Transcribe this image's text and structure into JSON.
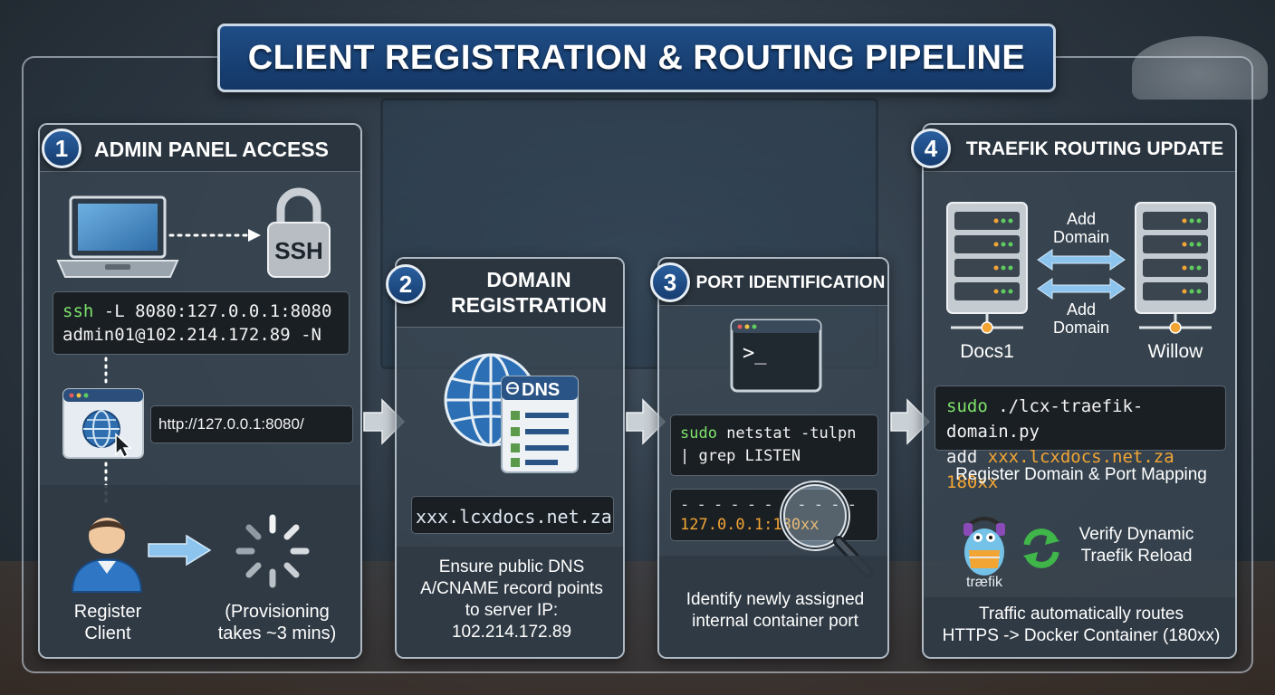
{
  "title": "CLIENT REGISTRATION & ROUTING PIPELINE",
  "step1": {
    "number": "1",
    "title": "ADMIN PANEL ACCESS",
    "lock_label": "SSH",
    "ssh_cmd": "ssh",
    "ssh_line1_rest": " -L 8080:127.0.0.1:8080",
    "ssh_line2": "admin01@102.214.172.89 -N",
    "url": "http://127.0.0.1:8080/",
    "register_label_1": "Register",
    "register_label_2": "Client",
    "provision_1": "(Provisioning",
    "provision_2": "takes ~3 mins)"
  },
  "step2": {
    "number": "2",
    "title_1": "DOMAIN",
    "title_2": "REGISTRATION",
    "dns_label": "DNS",
    "domain": "xxx.lcxdocs.net.za",
    "note_1": "Ensure public DNS",
    "note_2": "A/CNAME record points",
    "note_3": "to server IP:",
    "note_4": "102.214.172.89"
  },
  "step3": {
    "number": "3",
    "title": "PORT IDENTIFICATION",
    "terminal_prompt": ">_",
    "cmd_sudo": "sudo",
    "cmd_rest": " netstat -tulpn",
    "cmd_line2": "| grep LISTEN",
    "dashes": "- - - - - - - - - - -",
    "port_result": "127.0.0.1:180xx",
    "note_1": "Identify newly assigned",
    "note_2": "internal container port"
  },
  "step4": {
    "number": "4",
    "title": "TRAEFIK ROUTING UPDATE",
    "server_left": "Docs1",
    "server_right": "Willow",
    "add_domain_top_1": "Add",
    "add_domain_top_2": "Domain",
    "add_domain_bottom_1": "Add",
    "add_domain_bottom_2": "Domain",
    "cmd_sudo": "sudo",
    "cmd_rest": " ./lcx-traefik-domain.py",
    "cmd_add": "add ",
    "cmd_args": "xxx.lcxdocs.net.za 180xx",
    "register_note": "Register Domain & Port Mapping",
    "traefik_logo_text": "træfik",
    "verify_1": "Verify Dynamic",
    "verify_2": "Traefik Reload",
    "traffic_1": "Traffic automatically routes",
    "traffic_2": "HTTPS -> Docker Container (180xx)"
  },
  "colors": {
    "accent_blue": "#1f4d86",
    "command_green": "#7ee36a",
    "arg_orange": "#f3a534",
    "arrow_blue": "#8cc4ee",
    "reload_green": "#3fb54a"
  }
}
